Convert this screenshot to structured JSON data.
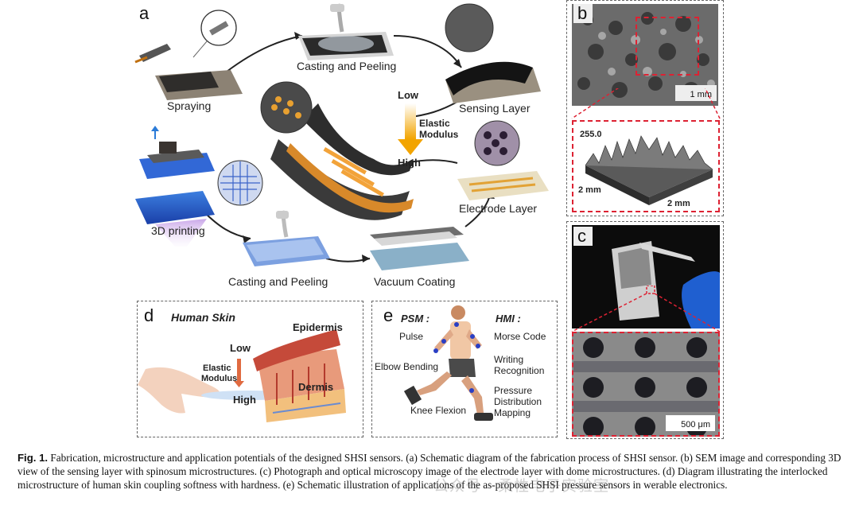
{
  "panels": {
    "a": {
      "letter": "a",
      "labels": {
        "spraying": "Spraying",
        "casting_top": "Casting and Peeling",
        "sensing_layer": "Sensing Layer",
        "low": "Low",
        "elastic": "Elastic",
        "modulus": "Modulus",
        "high": "High",
        "electrode_layer": "Electrode Layer",
        "printing": "3D printing",
        "casting_bottom": "Casting and Peeling",
        "vacuum": "Vacuum Coating"
      }
    },
    "b": {
      "letter": "b",
      "scale_bar": "1 mm",
      "z_value": "255.0",
      "axis_left": "2 mm",
      "axis_right": "2 mm"
    },
    "c": {
      "letter": "c",
      "scale_bar": "500 μm"
    },
    "d": {
      "letter": "d",
      "title": "Human Skin",
      "epidermis": "Epidermis",
      "low": "Low",
      "elastic": "Elastic",
      "modulus": "Modulus",
      "high": "High",
      "dermis": "Dermis"
    },
    "e": {
      "letter": "e",
      "psm": "PSM :",
      "hmi": "HMI :",
      "pulse": "Pulse",
      "elbow": "Elbow Bending",
      "knee": "Knee Flexion",
      "morse": "Morse Code",
      "writing1": "Writing",
      "writing2": "Recognition",
      "pressure1": "Pressure",
      "pressure2": "Distribution",
      "pressure3": "Mapping"
    }
  },
  "caption": {
    "label": "Fig. 1.",
    "text": "Fabrication, microstructure and application potentials of the designed SHSI sensors. (a) Schematic diagram of the fabrication process of SHSI sensor. (b) SEM image and corresponding 3D view of the sensing layer with spinosum microstructures. (c) Photograph and optical microscopy image of the electrode layer with dome microstructures. (d) Diagram illustrating the interlocked microstructure of human skin coupling softness with hardness. (e) Schematic illustration of applications of the as-proposed SHSI pressure sensors in werable electronics."
  },
  "watermark": "公众号 · 柔性电子实验室"
}
